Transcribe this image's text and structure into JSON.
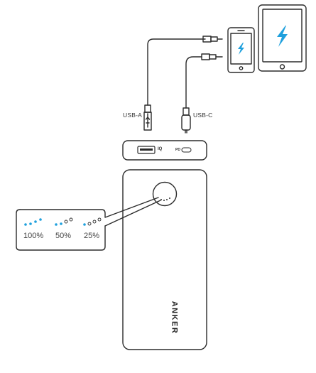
{
  "labels": {
    "usb_a": "USB-A",
    "usb_c": "USB-C",
    "iq": "IQ",
    "pd": "PD",
    "brand": "ANKER"
  },
  "battery_levels": [
    {
      "label": "100%",
      "lit": 4
    },
    {
      "label": "50%",
      "lit": 2
    },
    {
      "label": "25%",
      "lit": 1
    }
  ],
  "colors": {
    "line": "#2b2b2b",
    "indicator_lit": "#1fa0dd",
    "bolt": "#1fa0dd"
  },
  "icons": [
    "lightning-bolt-icon",
    "lightning-bolt-icon"
  ]
}
